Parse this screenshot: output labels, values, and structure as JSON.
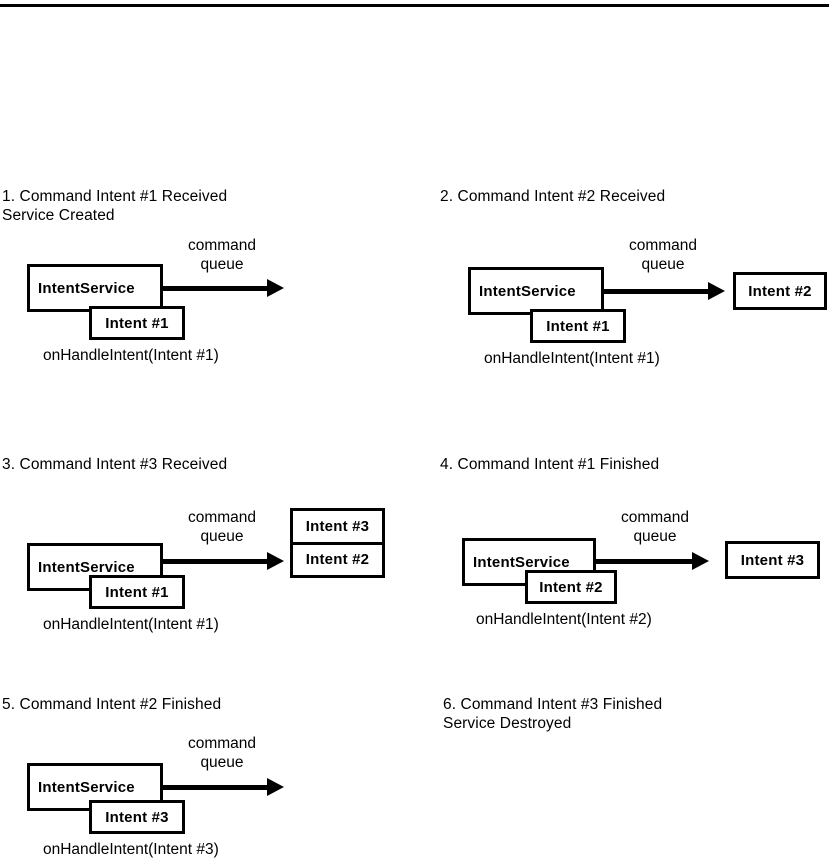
{
  "figure": {
    "kind": "android-intentservice-lifecycle-diagram",
    "top_rule": true,
    "queue_label": "command\nqueue",
    "service_box_label": "IntentService"
  },
  "panels": [
    {
      "id": "panel-1",
      "title": "1. Command Intent #1 Received\nService Created",
      "service_label": "IntentService",
      "inner_intent_label": "Intent #1",
      "queue_label": "command\nqueue",
      "handle_label": "onHandleIntent(Intent #1)",
      "queue_items": [],
      "arrow": true
    },
    {
      "id": "panel-2",
      "title": "2. Command Intent #2 Received",
      "service_label": "IntentService",
      "inner_intent_label": "Intent #1",
      "queue_label": "command\nqueue",
      "handle_label": "onHandleIntent(Intent #1)",
      "queue_items": [
        "Intent #2"
      ],
      "arrow": true
    },
    {
      "id": "panel-3",
      "title": "3. Command Intent #3 Received",
      "service_label": "IntentService",
      "inner_intent_label": "Intent #1",
      "queue_label": "command\nqueue",
      "handle_label": "onHandleIntent(Intent #1)",
      "queue_items": [
        "Intent #3",
        "Intent #2"
      ],
      "arrow": true
    },
    {
      "id": "panel-4",
      "title": "4. Command Intent #1 Finished",
      "service_label": "IntentService",
      "inner_intent_label": "Intent #2",
      "queue_label": "command\nqueue",
      "handle_label": "onHandleIntent(Intent #2)",
      "queue_items": [
        "Intent #3"
      ],
      "arrow": true
    },
    {
      "id": "panel-5",
      "title": "5. Command Intent #2 Finished",
      "service_label": "IntentService",
      "inner_intent_label": "Intent #3",
      "queue_label": "command\nqueue",
      "handle_label": "onHandleIntent(Intent #3)",
      "queue_items": [],
      "arrow": true
    },
    {
      "id": "panel-6",
      "title": "6. Command Intent #3 Finished\nService Destroyed",
      "service_label": null,
      "inner_intent_label": null,
      "queue_label": null,
      "handle_label": null,
      "queue_items": [],
      "arrow": false
    }
  ],
  "colors": {
    "ink": "#000000",
    "paper": "#ffffff"
  }
}
